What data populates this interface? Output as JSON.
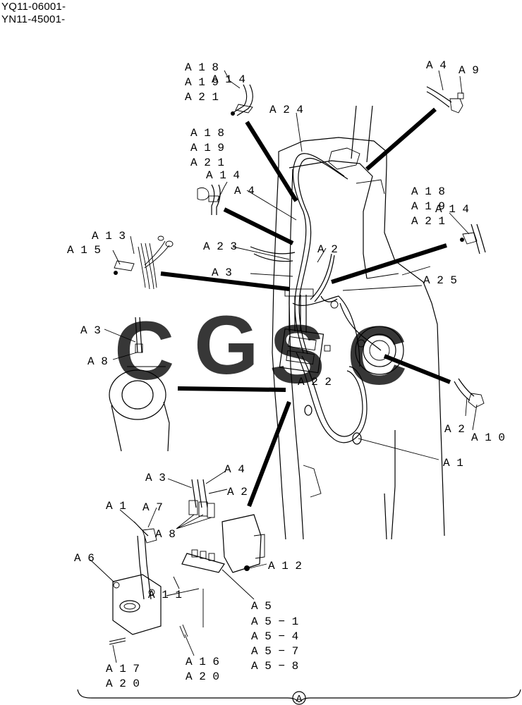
{
  "header": {
    "line1": "YQ11-06001-",
    "line2": "YN11-45001-"
  },
  "labels": {
    "ul_a18": "A 1 8",
    "ul_a19": "A 1 9",
    "ul_a21": "A 2 1",
    "ul_a14": "A 1 4",
    "a24": "A 2 4",
    "tr_a4": "A 4",
    "tr_a9": "A 9",
    "ml_a18": "A 1 8",
    "ml_a19": "A 1 9",
    "ml_a21": "A 2 1",
    "ml_a14": "A 1 4",
    "ml_a4": "A 4",
    "r_a18": "A 1 8",
    "r_a19": "A 1 9",
    "r_a21": "A 2 1",
    "r_a14": "A 1 4",
    "a13": "A 1 3",
    "a15": "A 1 5",
    "a23": "A 2 3",
    "c_a2": "A 2",
    "c_a3": "A 3",
    "a25": "A 2 5",
    "l_a3": "A 3",
    "l_a8": "A 8",
    "a22": "A 2 2",
    "r_a2": "A 2",
    "a10": "A 1 0",
    "a1": "A 1",
    "d_a3": "A 3",
    "d_a4": "A 4",
    "d_a2": "A 2",
    "d_a1": "A 1",
    "d_a7": "A 7",
    "d_a8": "A 8",
    "a6": "A 6",
    "a12": "A 1 2",
    "a11": "A 1 1",
    "a5": "A 5",
    "a5_1": "A 5 − 1",
    "a5_4": "A 5 − 4",
    "a5_7": "A 5 − 7",
    "a5_8": "A 5 − 8",
    "a17": "A 1 7",
    "a20_l": "A 2 0",
    "a16": "A 1 6",
    "a20_r": "A 2 0",
    "view_marker": "A"
  },
  "watermark": {
    "letters": [
      "C",
      "G",
      "S",
      "C"
    ],
    "colors": [
      "#5b9cf2",
      "#f0827a",
      "#f6d25a",
      "#4fae7f"
    ]
  }
}
